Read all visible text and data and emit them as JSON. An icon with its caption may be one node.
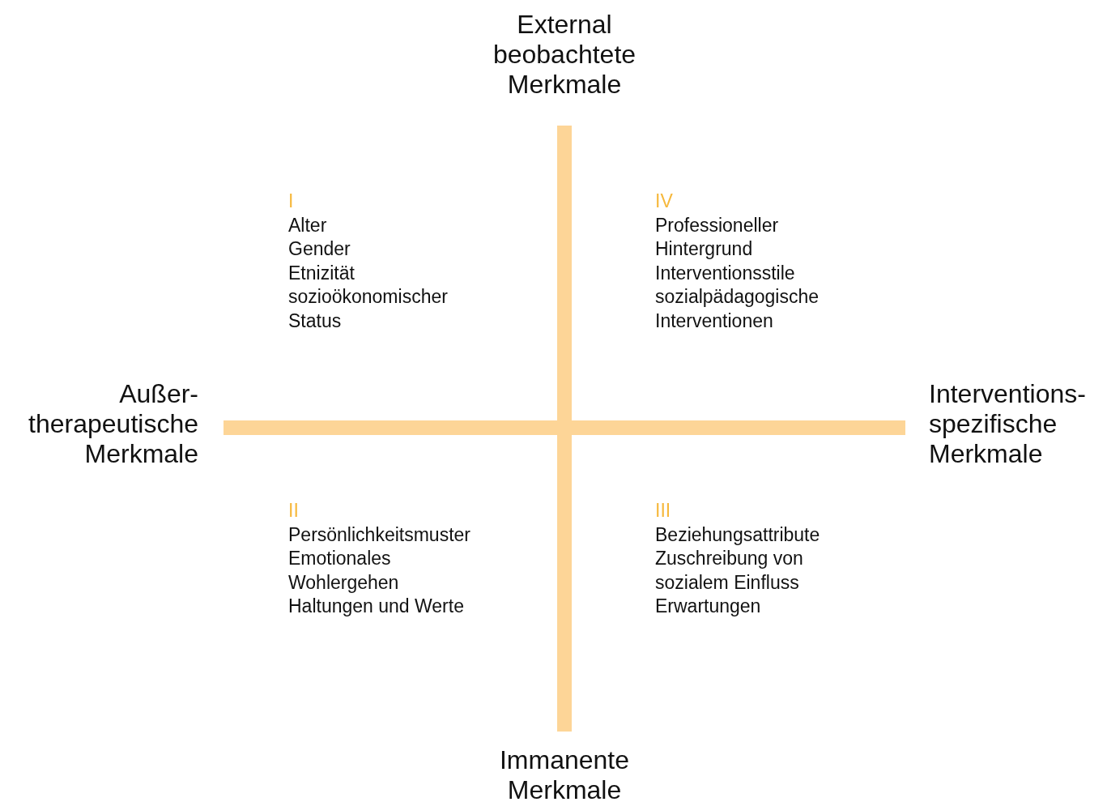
{
  "diagram": {
    "labels": [
      "External beobachtete Merkmale",
      "I",
      "Alter",
      "Gender",
      "Etnizität",
      "sozioökonomischer Status",
      "IV",
      "Professioneller Hintergrund",
      "Interventionsstile",
      "sozialpädagogische Interventionen",
      "Außer-therapeutische Merkmale",
      "Interventions-spezifische Merkmale",
      "II",
      "Persönlichkeitsmuster",
      "Emotionales Wohlergehen",
      "Haltungen und Werte",
      "III",
      "Beziehungsattribute",
      "Zuschreibung von sozialem Einfluss",
      "Erwartungen",
      "Immanente Merkmale"
    ]
  }
}
